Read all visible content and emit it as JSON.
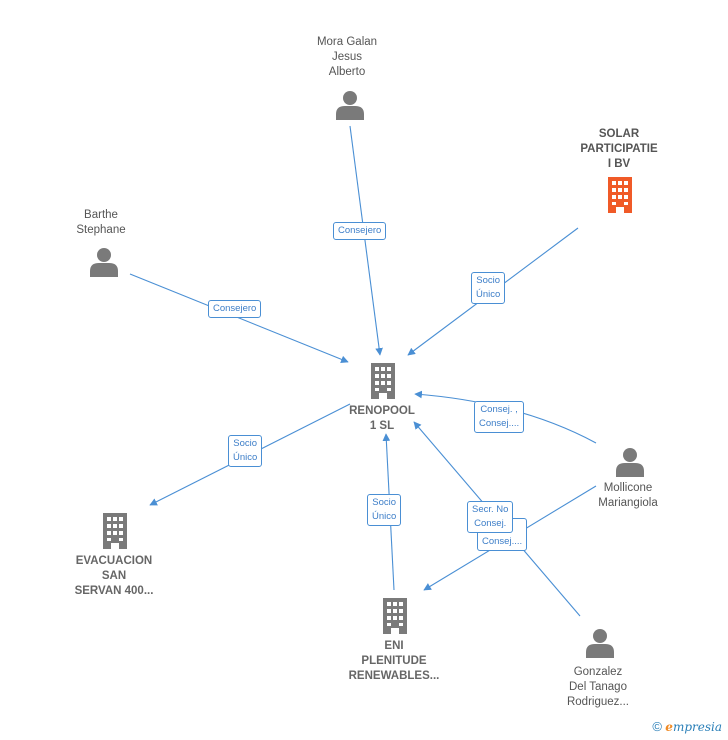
{
  "nodes": {
    "renopool": [
      "RENOPOOL",
      "1 SL"
    ],
    "solar": [
      "SOLAR",
      "PARTICIPATIE",
      "I BV"
    ],
    "mora": [
      "Mora Galan",
      "Jesus",
      "Alberto"
    ],
    "barthe": [
      "Barthe",
      "Stephane"
    ],
    "mollicone": [
      "Mollicone",
      "Mariangiola"
    ],
    "evacuacion": [
      "EVACUACION",
      "SAN",
      "SERVAN 400..."
    ],
    "eni": [
      "ENI",
      "PLENITUDE",
      "RENEWABLES..."
    ],
    "gonzalez": [
      "Gonzalez",
      "Del Tanago",
      "Rodriguez..."
    ]
  },
  "edges": {
    "mora": [
      "Consejero"
    ],
    "barthe": [
      "Consejero"
    ],
    "solar": [
      "Socio",
      "Único"
    ],
    "mollicone": [
      "Consej. ,",
      "Consej...."
    ],
    "evacuacion": [
      "Socio",
      "Único"
    ],
    "eni": [
      "Socio",
      "Único"
    ],
    "gonzalez_secr": [
      "Secr.  No",
      "Consej."
    ],
    "gonzalez_consej": [
      "Consej...."
    ]
  },
  "footer": {
    "copyright": "©",
    "brand_initial": "e",
    "brand_rest": "mpresia"
  },
  "colors": {
    "edge": "#4a8fd4",
    "icon": "#7a7a7a",
    "highlight_icon": "#f05a28"
  }
}
